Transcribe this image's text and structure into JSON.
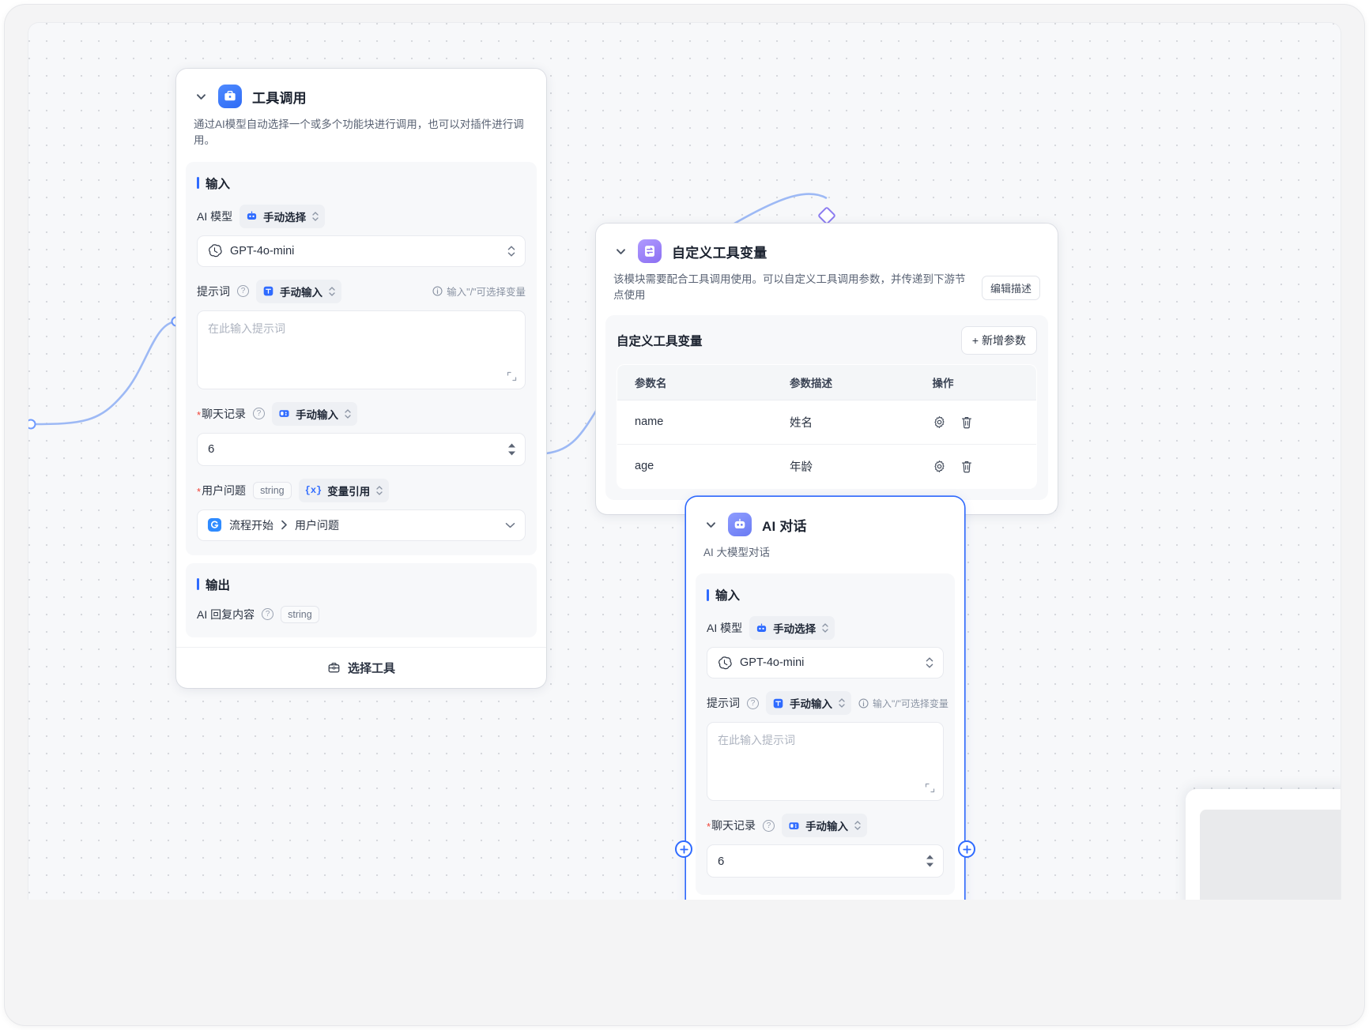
{
  "canvas": {
    "background_dots": true,
    "accent_blue": "#2f6bff",
    "accent_violet": "#8b7bf0",
    "edge_color": "#9db9f5"
  },
  "nodes": {
    "tool_call": {
      "title": "工具调用",
      "icon": "toolbox-icon",
      "description": "通过AI模型自动选择一个或多个功能块进行调用，也可以对插件进行调用。",
      "input_section": {
        "title": "输入"
      },
      "output_section": {
        "title": "输出"
      },
      "fields": {
        "model": {
          "label": "AI 模型",
          "mode": "手动选择",
          "value": "GPT-4o-mini"
        },
        "prompt": {
          "label": "提示词",
          "mode": "手动输入",
          "hint": "输入\"/\"可选择变量",
          "placeholder": "在此输入提示词"
        },
        "chat_history": {
          "label": "聊天记录",
          "required": true,
          "mode": "手动输入",
          "value": "6"
        },
        "user_question": {
          "label": "用户问题",
          "required": true,
          "type": "string",
          "mode": "变量引用",
          "ref_source": "流程开始",
          "ref_field": "用户问题"
        }
      },
      "output": {
        "label": "AI 回复内容",
        "type": "string"
      },
      "footer_button": "选择工具"
    },
    "tool_vars": {
      "title": "自定义工具变量",
      "icon": "variables-icon",
      "description": "该模块需要配合工具调用使用。可以自定义工具调用参数，并传递到下游节点使用",
      "edit_desc_button": "编辑描述",
      "panel_title": "自定义工具变量",
      "add_button": "+ 新增参数",
      "table": {
        "columns": [
          "参数名",
          "参数描述",
          "操作"
        ],
        "rows": [
          {
            "name": "name",
            "desc": "姓名",
            "actions": [
              "gear-icon",
              "trash-icon"
            ]
          },
          {
            "name": "age",
            "desc": "年龄",
            "actions": [
              "gear-icon",
              "trash-icon"
            ]
          }
        ]
      }
    },
    "ai_chat": {
      "title": "AI 对话",
      "icon": "robot-icon",
      "description": "AI 大模型对话",
      "selected": true,
      "input_section": {
        "title": "输入"
      },
      "fields": {
        "model": {
          "label": "AI 模型",
          "mode": "手动选择",
          "value": "GPT-4o-mini"
        },
        "prompt": {
          "label": "提示词",
          "mode": "手动输入",
          "hint": "输入\"/\"可选择变量",
          "placeholder": "在此输入提示词"
        },
        "chat_history": {
          "label": "聊天记录",
          "required": true,
          "mode": "手动输入",
          "value": "6"
        }
      }
    }
  }
}
